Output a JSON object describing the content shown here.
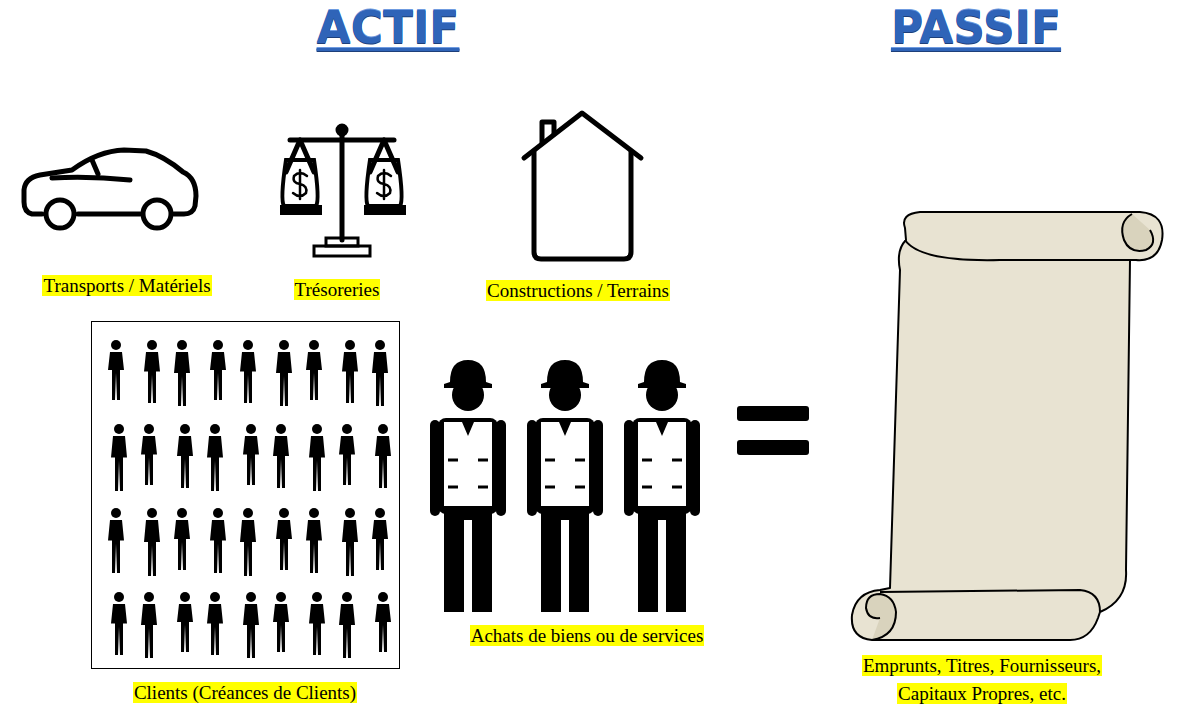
{
  "diagram": {
    "labels": [
      "ACTIF",
      "PASSIF",
      "Transports / Matériels",
      "Trésoreries",
      "Constructions / Terrains",
      "Clients (Créances de Clients)",
      "Achats de biens ou de services",
      "Emprunts, Titres, Fournisseurs, Capitaux Propres, etc."
    ]
  }
}
